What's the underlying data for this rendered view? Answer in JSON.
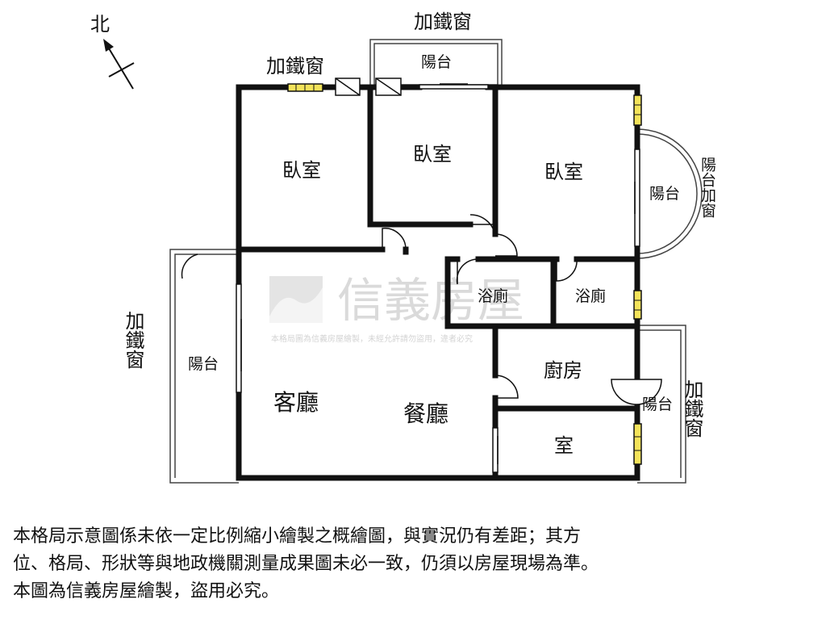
{
  "compass": {
    "north": "北"
  },
  "rooms": {
    "bedroom_1": "臥室",
    "bedroom_2": "臥室",
    "bedroom_3": "臥室",
    "bath_1": "浴廁",
    "bath_2": "浴廁",
    "living": "客廳",
    "dining": "餐廳",
    "kitchen": "廚房",
    "room": "室",
    "balcony_top": "陽台",
    "balcony_left": "陽台",
    "balcony_right_round": "陽台",
    "balcony_right": "陽台"
  },
  "annotations": {
    "iron_window_top": "加鐵窗",
    "iron_window_north": "加鐵窗",
    "iron_window_left": "加鐵窗",
    "iron_window_right": "加鐵窗",
    "balcony_window": "陽台加窗"
  },
  "watermark": {
    "brand": "信義房屋",
    "notice": "本格局圖為信義房屋繪製，未經允許請勿盜用，違者必究"
  },
  "disclaimer": {
    "line1": "本格局示意圖係未依一定比例縮小繪製之概繪圖，與實況仍有差距；其方",
    "line2": "位、格局、形狀等與地政機關測量成果圖未必一致，仍須以房屋現場為準。",
    "line3": "本圖為信義房屋繪製，盜用必究。"
  },
  "colors": {
    "wall": "#111111",
    "window_fill": "#f3e35a",
    "watermark": "#c8c8c8"
  }
}
